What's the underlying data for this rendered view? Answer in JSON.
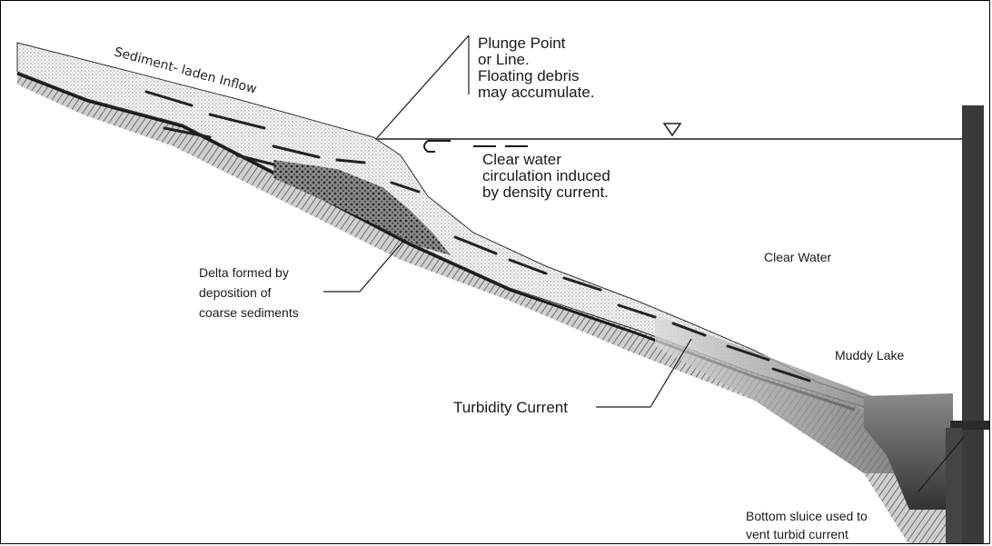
{
  "labels": {
    "inflow": "Sediment- laden Inflow",
    "plunge_point": [
      "Plunge Point",
      "or Line.",
      "Floating debris",
      "may accumulate."
    ],
    "clear_circulation": [
      "Clear water",
      "circulation induced",
      "by density current."
    ],
    "clear_water": "Clear Water",
    "delta": [
      "Delta formed by",
      "deposition of",
      "coarse sediments"
    ],
    "muddy_lake": "Muddy Lake",
    "turbidity_current": "Turbidity Current",
    "bottom_sluice": [
      "Bottom sluice used to",
      "vent turbid current"
    ]
  },
  "colors": {
    "ink": "#1a1a1a",
    "sediment_fill": "#e9e9e9",
    "coarse_fill": "#555555",
    "muddy_fill": "#6d6d6d",
    "dam": "#3a3a3a"
  },
  "icons": {
    "water_surface": "triangle-down-icon",
    "flow_direction": "arrow-left-icon"
  }
}
